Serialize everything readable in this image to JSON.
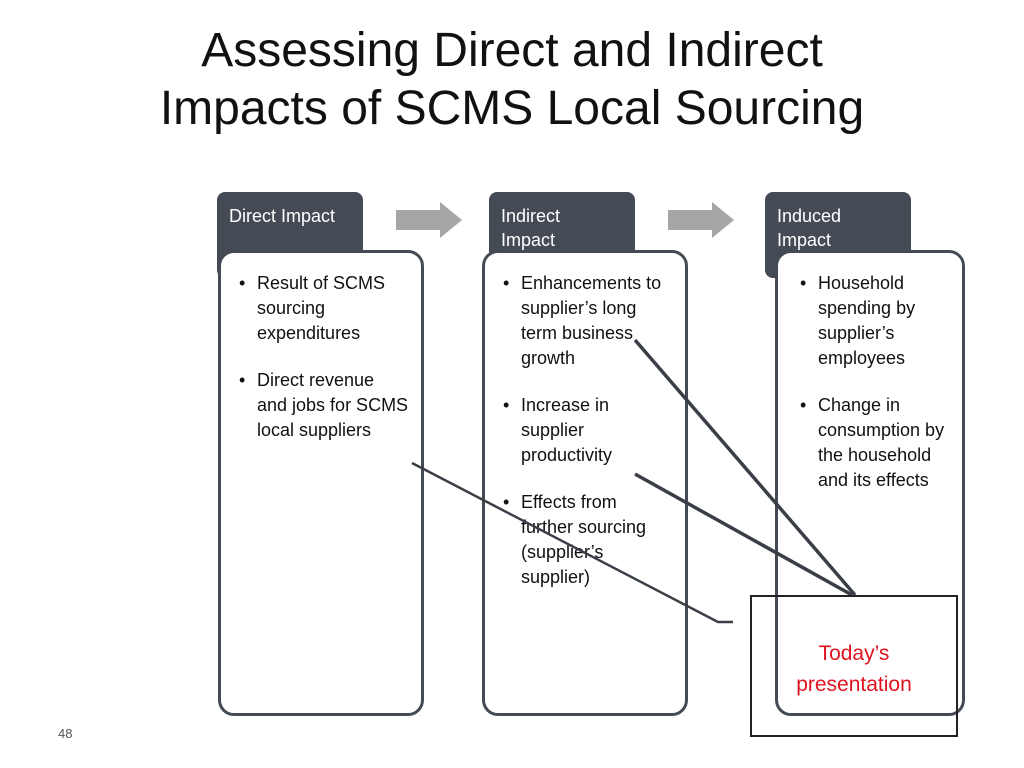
{
  "title": {
    "line1": "Assessing Direct and Indirect",
    "line2": "Impacts of SCMS Local Sourcing"
  },
  "columns": [
    {
      "header": "Direct Impact",
      "bullets": [
        "Result of SCMS sourcing expenditures",
        "Direct revenue and jobs for SCMS local suppliers"
      ]
    },
    {
      "header": "Indirect Impact",
      "bullets": [
        "Enhancements to supplier’s long term business growth",
        "Increase in supplier productivity",
        "Effects from further sourcing (supplier’s supplier)"
      ]
    },
    {
      "header": "Induced Impact",
      "bullets": [
        "Household spending by supplier’s employees",
        "Change in consumption by the household and its effects"
      ]
    }
  ],
  "callout": {
    "line1": "Today’s",
    "line2": "presentation",
    "text_color": "#e0141e"
  },
  "page_number": "48",
  "colors": {
    "header_bg": "#454b55",
    "card_border": "#454b55",
    "arrow_fill": "#a6a6a6",
    "callout_line": "#3a3f47"
  }
}
